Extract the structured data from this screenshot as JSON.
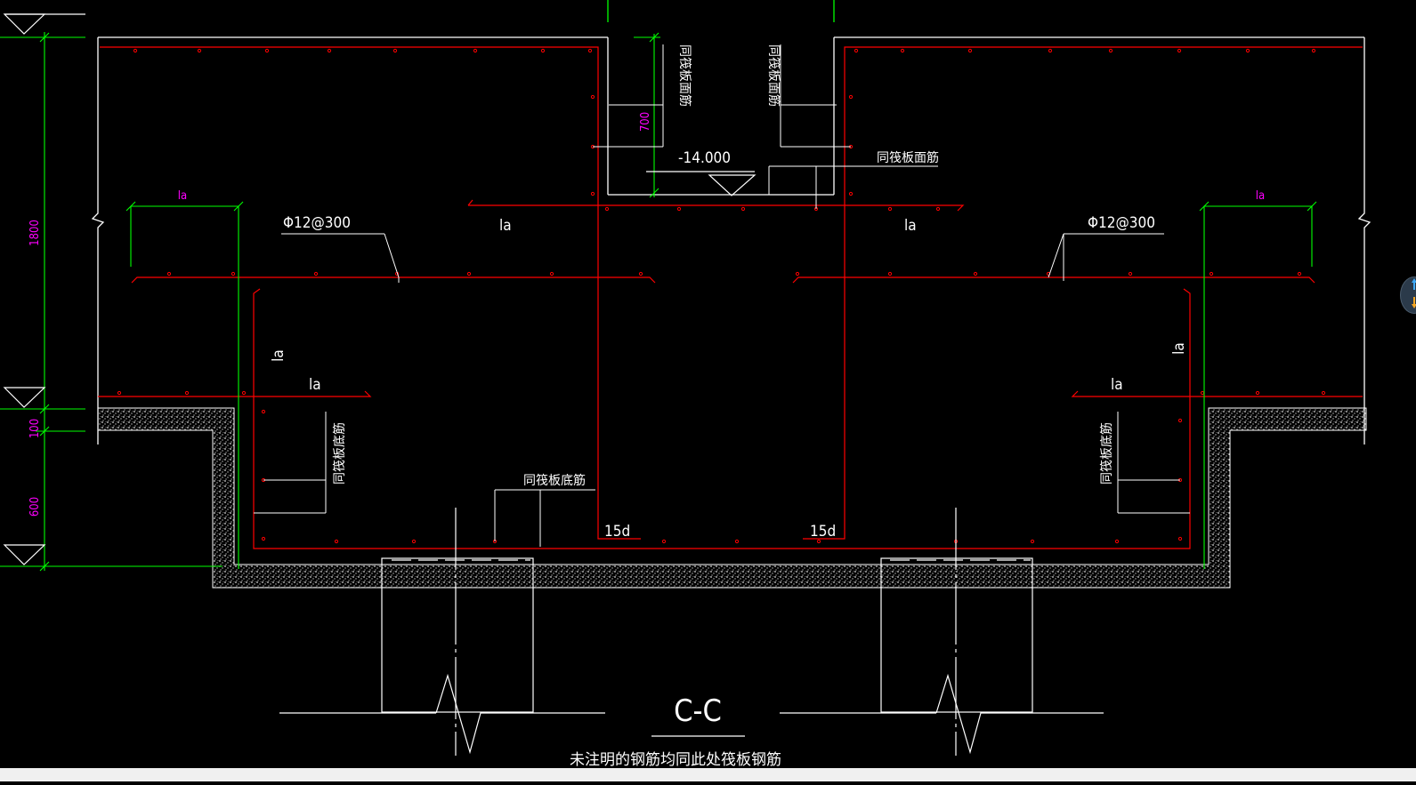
{
  "colors": {
    "background": "#000000",
    "outline": "#ffffff",
    "rebar": "#ff0000",
    "dimension": "#00ff00",
    "dimension_text": "#ff00ff",
    "concrete_fill": "#cfcfcf"
  },
  "dimensions": {
    "total_height": "1800",
    "cushion": "100",
    "pit_depth": "600",
    "wall_top": "700"
  },
  "annotations": {
    "la": "la",
    "bar_spec_left": "Φ12@300",
    "bar_spec_right": "Φ12@300",
    "elevation": "-14.000",
    "raft_top_bars": "同筏板面筋",
    "raft_bottom_bars": "同筏板底筋",
    "anchor_15d": "15d"
  },
  "section_title": "C-C",
  "note": "未注明的钢筋均同此处筏板钢筋",
  "icons": {
    "navigation": "navigation-wheel-icon"
  }
}
